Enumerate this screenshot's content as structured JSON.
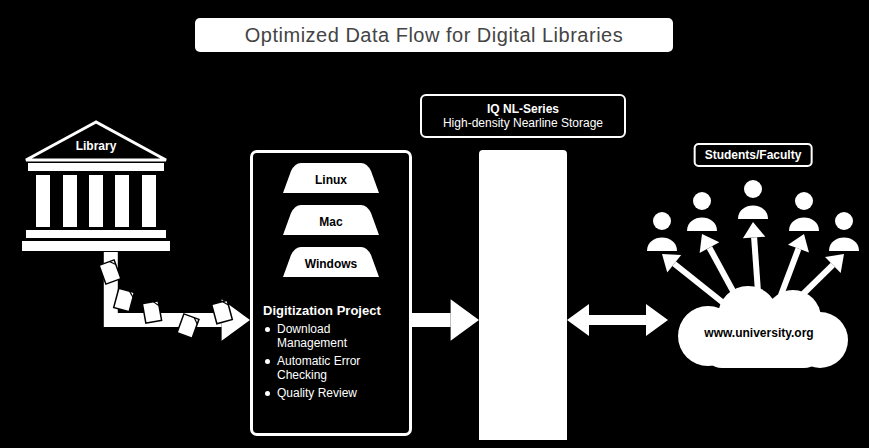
{
  "diagram": {
    "title": "Optimized Data Flow for Digital Libraries",
    "nodes": [
      {
        "text": [
          "Library"
        ]
      },
      {
        "text": [
          "Digitization Project",
          "Download Management",
          "Automatic Error Checking",
          "Quality Review"
        ]
      },
      {
        "text": [
          "Linux"
        ],
        "in": 1
      },
      {
        "text": [
          "Mac"
        ],
        "in": 1
      },
      {
        "text": [
          "Windows"
        ],
        "in": 1
      },
      {
        "text": [
          "IQ NL-Series",
          "High-density Nearline Storage"
        ]
      },
      {
        "text": [
          "Students/Faculty"
        ]
      },
      {
        "text": [
          "www.university.org"
        ]
      }
    ],
    "edges": [
      {
        "from": 0,
        "to": 1,
        "arrow": "to"
      },
      {
        "from": 1,
        "to": 5,
        "arrow": "to"
      },
      {
        "from": 5,
        "to": 7,
        "arrow": "both"
      },
      {
        "from": 7,
        "to": 6,
        "arrow": "to"
      }
    ]
  }
}
